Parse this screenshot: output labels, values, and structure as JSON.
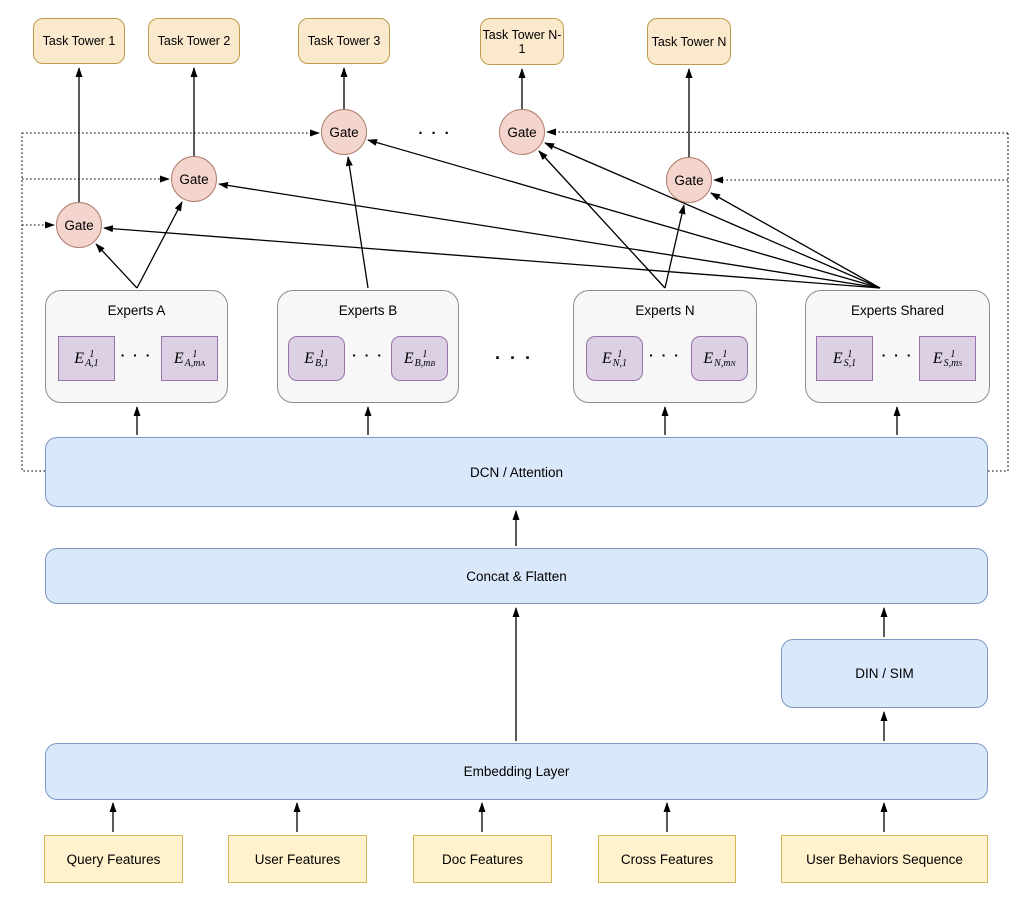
{
  "towers": [
    {
      "label": "Task Tower 1"
    },
    {
      "label": "Task Tower 2"
    },
    {
      "label": "Task Tower 3"
    },
    {
      "label": "Task Tower N-1"
    },
    {
      "label": "Task Tower N"
    }
  ],
  "gates": [
    {
      "label": "Gate"
    },
    {
      "label": "Gate"
    },
    {
      "label": "Gate"
    },
    {
      "label": "Gate"
    },
    {
      "label": "Gate"
    }
  ],
  "gate_row_ellipsis": "· · ·",
  "expert_row_ellipsis": "· · ·",
  "experts": {
    "groups": [
      {
        "title": "Experts A",
        "ellipsis": "· · ·",
        "cells": [
          {
            "base": "E",
            "sup": "1",
            "sub": "A,1"
          },
          {
            "base": "E",
            "sup": "1",
            "sub": "A,m",
            "subsub": "A"
          }
        ]
      },
      {
        "title": "Experts B",
        "ellipsis": "· · ·",
        "cells": [
          {
            "base": "E",
            "sup": "1",
            "sub": "B,1"
          },
          {
            "base": "E",
            "sup": "1",
            "sub": "B,m",
            "subsub": "B"
          }
        ]
      },
      {
        "title": "Experts N",
        "ellipsis": "· · ·",
        "cells": [
          {
            "base": "E",
            "sup": "1",
            "sub": "N,1"
          },
          {
            "base": "E",
            "sup": "1",
            "sub": "N,m",
            "subsub": "N"
          }
        ]
      },
      {
        "title": "Experts Shared",
        "ellipsis": "· · ·",
        "cells": [
          {
            "base": "E",
            "sup": "1",
            "sub": "S,1"
          },
          {
            "base": "E",
            "sup": "1",
            "sub": "S,m",
            "subsub": "S"
          }
        ]
      }
    ]
  },
  "layers": {
    "dcn": {
      "label": "DCN / Attention"
    },
    "concat": {
      "label": "Concat & Flatten"
    },
    "din": {
      "label": "DIN / SIM"
    },
    "embedding": {
      "label": "Embedding Layer"
    }
  },
  "features": [
    {
      "label": "Query Features"
    },
    {
      "label": "User Features"
    },
    {
      "label": "Doc Features"
    },
    {
      "label": "Cross Features"
    },
    {
      "label": "User Behaviors Sequence"
    }
  ],
  "colors": {
    "tower_fill": "#fbe9ce",
    "tower_stroke": "#bd9b4b",
    "gate_fill": "#f4d5ce",
    "gate_stroke": "#ae7d6e",
    "expert_fill": "#f7f7f7",
    "expert_stroke": "#8e8e8e",
    "cell_fill": "#dcd0e5",
    "cell_stroke": "#9673a6",
    "layer_fill": "#dae8fc",
    "layer_stroke": "#7e97c1",
    "feature_fill": "#fff2cc",
    "feature_stroke": "#d6b656",
    "edge": "#000000"
  }
}
